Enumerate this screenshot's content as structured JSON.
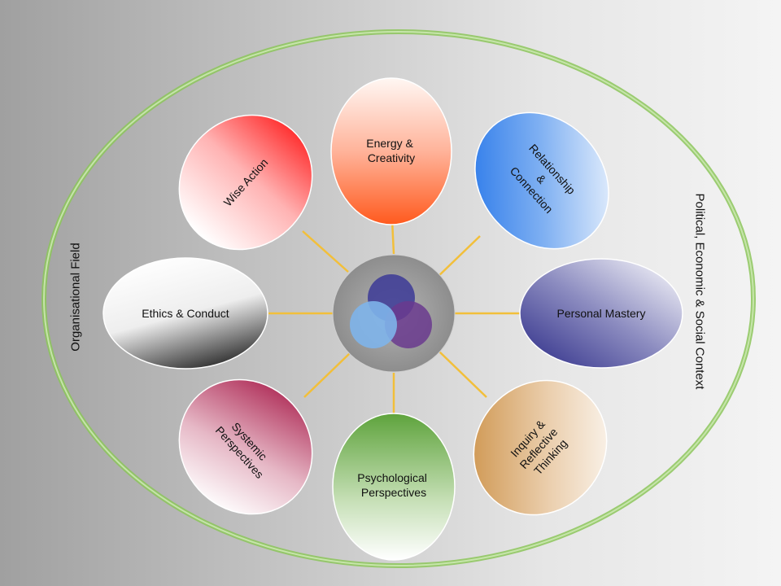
{
  "diagram": {
    "outer_left_label": "Organisational Field",
    "outer_right_label": "Political, Economic & Social Context",
    "colors": {
      "outer_ring": "#8cc65a",
      "connector": "#f2bf3a",
      "hub": "#9e9e9e"
    },
    "petals": [
      {
        "id": "energy",
        "lines": [
          "Energy &",
          "Creativity"
        ]
      },
      {
        "id": "relationship",
        "lines": [
          "Relationship",
          "&",
          "Connection"
        ]
      },
      {
        "id": "mastery",
        "lines": [
          "Personal Mastery"
        ]
      },
      {
        "id": "inquiry",
        "lines": [
          "Inquiry &",
          "Reflective",
          "Thinking"
        ]
      },
      {
        "id": "psych",
        "lines": [
          "Psychological",
          "Perspectives"
        ]
      },
      {
        "id": "systemic",
        "lines": [
          "Systemic",
          "Perspectives"
        ]
      },
      {
        "id": "ethics",
        "lines": [
          "Ethics & Conduct"
        ]
      },
      {
        "id": "wise",
        "lines": [
          "Wise Action"
        ]
      }
    ]
  }
}
